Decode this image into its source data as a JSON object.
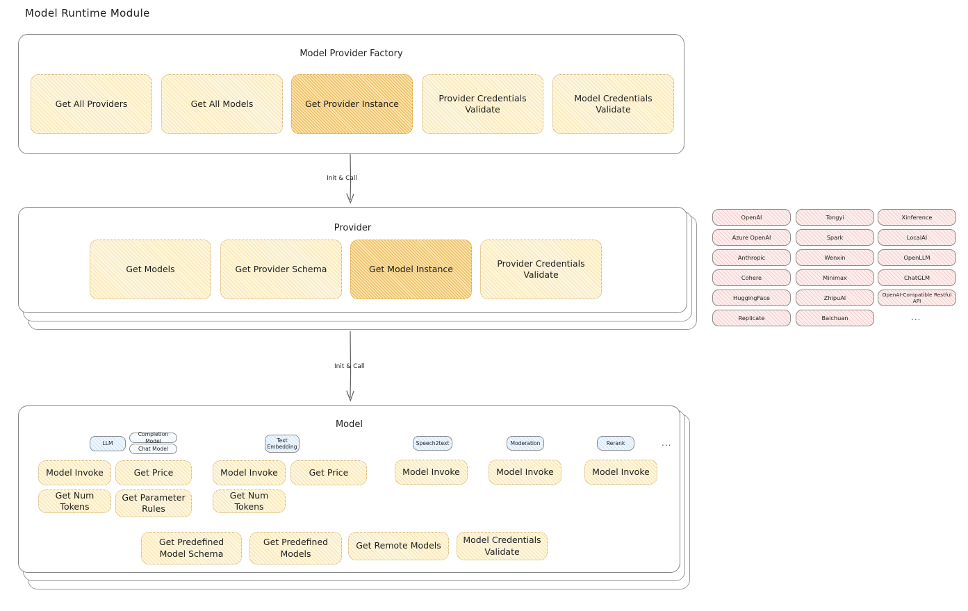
{
  "page_title": "Model Runtime Module",
  "colors": {
    "chip_fill": "#fdf6df",
    "chip_hot_fill": "#fbe5b4",
    "pill_fill": "#fdeeee",
    "badge_fill": "#eef6fd",
    "stroke": "#868686",
    "text": "#1e1e1e"
  },
  "sections": {
    "factory": {
      "title": "Model Provider Factory",
      "methods": [
        {
          "label": "Get All Providers",
          "highlight": false
        },
        {
          "label": "Get All Models",
          "highlight": false
        },
        {
          "label": "Get Provider Instance",
          "highlight": true
        },
        {
          "label": "Provider Credentials Validate",
          "highlight": false
        },
        {
          "label": "Model Credentials Validate",
          "highlight": false
        }
      ]
    },
    "provider": {
      "title": "Provider",
      "methods": [
        {
          "label": "Get Models",
          "highlight": false
        },
        {
          "label": "Get Provider Schema",
          "highlight": false
        },
        {
          "label": "Get Model Instance",
          "highlight": true
        },
        {
          "label": "Provider Credentials Validate",
          "highlight": false
        }
      ]
    },
    "model": {
      "title": "Model",
      "ellipsis": "...",
      "types": [
        {
          "badge": "LLM",
          "sub_badges": [
            "Completion Model",
            "Chat Model"
          ],
          "methods": [
            {
              "label": "Model Invoke",
              "highlight": true
            },
            {
              "label": "Get Price",
              "highlight": false
            },
            {
              "label": "Get Num Tokens",
              "highlight": false
            },
            {
              "label": "Get Parameter Rules",
              "highlight": false
            }
          ]
        },
        {
          "badge": "Text Embedding",
          "sub_badges": [],
          "methods": [
            {
              "label": "Model Invoke",
              "highlight": true
            },
            {
              "label": "Get Price",
              "highlight": false
            },
            {
              "label": "Get Num Tokens",
              "highlight": false
            }
          ]
        },
        {
          "badge": "Speech2text",
          "sub_badges": [],
          "methods": [
            {
              "label": "Model Invoke",
              "highlight": true
            }
          ]
        },
        {
          "badge": "Moderation",
          "sub_badges": [],
          "methods": [
            {
              "label": "Model Invoke",
              "highlight": true
            }
          ]
        },
        {
          "badge": "Rerank",
          "sub_badges": [],
          "methods": [
            {
              "label": "Model Invoke",
              "highlight": true
            }
          ]
        }
      ],
      "shared_methods": [
        {
          "label": "Get Predefined Model Schema",
          "highlight": false
        },
        {
          "label": "Get Predefined Models",
          "highlight": false
        },
        {
          "label": "Get Remote Models",
          "highlight": false
        },
        {
          "label": "Model Credentials Validate",
          "highlight": false
        }
      ]
    }
  },
  "connectors": [
    {
      "label": "Init & Call"
    },
    {
      "label": "Init & Call"
    }
  ],
  "provider_list": {
    "ellipsis": "...",
    "columns": [
      [
        "OpenAI",
        "Azure OpenAI",
        "Anthropic",
        "Cohere",
        "HuggingFace",
        "Replicate"
      ],
      [
        "Tongyi",
        "Spark",
        "Wenxin",
        "Minimax",
        "ZhipuAI",
        "Baichuan"
      ],
      [
        "Xinference",
        "LocalAI",
        "OpenLLM",
        "ChatGLM",
        "OpenAI-Compatible Restful API"
      ]
    ]
  }
}
